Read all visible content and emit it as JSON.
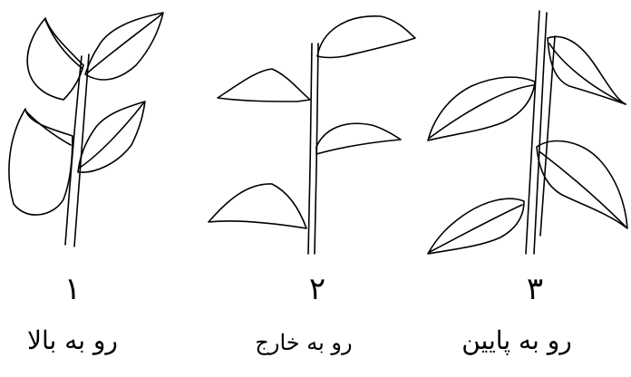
{
  "panels": [
    {
      "number": "١",
      "caption": "رو به بالا",
      "orientation": "upward"
    },
    {
      "number": "٢",
      "caption": "رو به خارج",
      "orientation": "outward"
    },
    {
      "number": "٣",
      "caption": "رو به پايين",
      "orientation": "downward"
    }
  ]
}
